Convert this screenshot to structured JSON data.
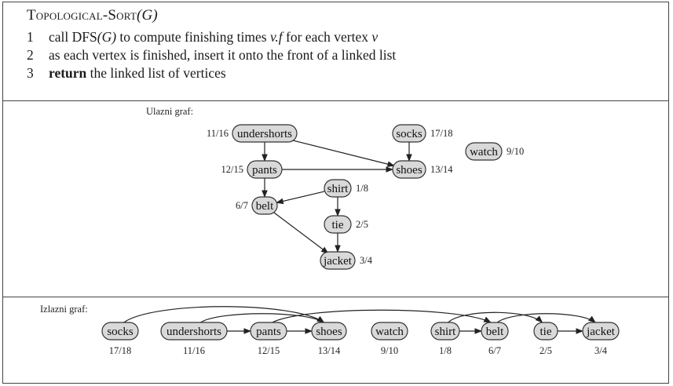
{
  "algorithm": {
    "title_name": "Topological-Sort",
    "title_arg": "(G)",
    "lines": [
      {
        "num": "1",
        "pre": "call DFS",
        "arg": "(G)",
        "mid": " to compute finishing times ",
        "var": "v.f",
        "post": " for each vertex ",
        "var2": "v"
      },
      {
        "num": "2",
        "text": "as each vertex is finished, insert it onto the front of a linked list"
      },
      {
        "num": "3",
        "kw": "return",
        "text": " the linked list of vertices"
      }
    ]
  },
  "input_graph": {
    "caption": "Ulazni graf:",
    "nodes": [
      {
        "id": "undershorts",
        "label": "undershorts",
        "times": "11/16"
      },
      {
        "id": "socks",
        "label": "socks",
        "times": "17/18"
      },
      {
        "id": "watch",
        "label": "watch",
        "times": "9/10"
      },
      {
        "id": "pants",
        "label": "pants",
        "times": "12/15"
      },
      {
        "id": "shoes",
        "label": "shoes",
        "times": "13/14"
      },
      {
        "id": "shirt",
        "label": "shirt",
        "times": "1/8"
      },
      {
        "id": "belt",
        "label": "belt",
        "times": "6/7"
      },
      {
        "id": "tie",
        "label": "tie",
        "times": "2/5"
      },
      {
        "id": "jacket",
        "label": "jacket",
        "times": "3/4"
      }
    ],
    "edges": [
      [
        "undershorts",
        "pants"
      ],
      [
        "undershorts",
        "shoes"
      ],
      [
        "socks",
        "shoes"
      ],
      [
        "pants",
        "shoes"
      ],
      [
        "pants",
        "belt"
      ],
      [
        "shirt",
        "belt"
      ],
      [
        "shirt",
        "tie"
      ],
      [
        "belt",
        "jacket"
      ],
      [
        "tie",
        "jacket"
      ]
    ]
  },
  "output_graph": {
    "caption": "Izlazni graf:",
    "order": [
      {
        "id": "socks",
        "label": "socks",
        "times": "17/18"
      },
      {
        "id": "undershorts",
        "label": "undershorts",
        "times": "11/16"
      },
      {
        "id": "pants",
        "label": "pants",
        "times": "12/15"
      },
      {
        "id": "shoes",
        "label": "shoes",
        "times": "13/14"
      },
      {
        "id": "watch",
        "label": "watch",
        "times": "9/10"
      },
      {
        "id": "shirt",
        "label": "shirt",
        "times": "1/8"
      },
      {
        "id": "belt",
        "label": "belt",
        "times": "6/7"
      },
      {
        "id": "tie",
        "label": "tie",
        "times": "2/5"
      },
      {
        "id": "jacket",
        "label": "jacket",
        "times": "3/4"
      }
    ]
  }
}
